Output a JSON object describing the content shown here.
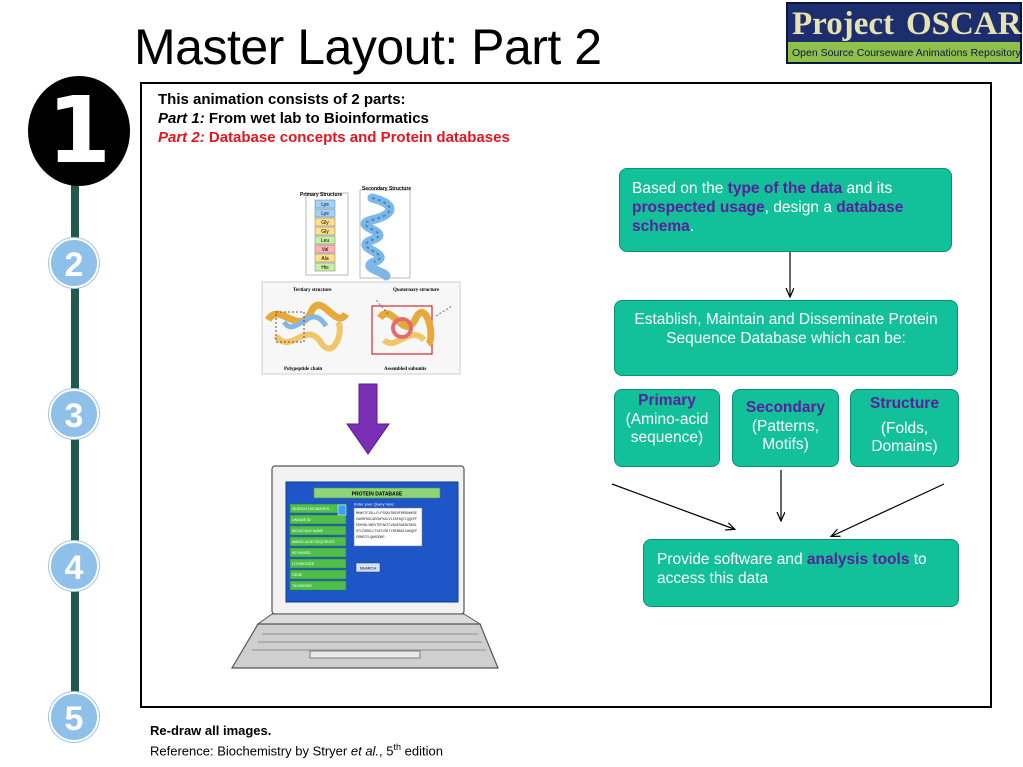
{
  "title": "Master Layout: Part 2",
  "logo": {
    "word1": "Project",
    "word2": "OSCAR",
    "subtitle": "Open Source Courseware Animations Repository"
  },
  "steps": [
    "1",
    "2",
    "3",
    "4",
    "5"
  ],
  "intro": {
    "line1": "This animation consists of 2 parts:",
    "part1_label": "Part 1:",
    "part1_text": " From wet lab to Bioinformatics",
    "part2_label": "Part 2:",
    "part2_text": " Database concepts and Protein  databases"
  },
  "box_schema": {
    "t1": "Based on the ",
    "h1": "type of the data",
    "t2": " and its ",
    "h2": "prospected usage",
    "t3": ", design a ",
    "h3": "database schema",
    "t4": "."
  },
  "box_establish": "Establish, Maintain and Disseminate Protein Sequence Database which can be:",
  "box_primary": {
    "title": "Primary",
    "text": "(Amino-acid sequence)"
  },
  "box_secondary": {
    "title": "Secondary",
    "text": "(Patterns, Motifs)"
  },
  "box_structure": {
    "title": "Structure",
    "text": "(Folds, Domains)"
  },
  "box_software": {
    "t1": "Provide software and ",
    "h1": "analysis tools",
    "t2": " to access this data"
  },
  "figure": {
    "primary_label": "Primary Structure",
    "secondary_label": "Secondary Structure",
    "residues": [
      "Lys",
      "Lys",
      "Gly",
      "Gly",
      "Leu",
      "Val",
      "Ala",
      "His"
    ],
    "tertiary_label": "Tertiary structure",
    "quaternary_label": "Quaternary structure",
    "polypeptide_label": "Polypeptide chain",
    "assembled_label": "Assembled subunits"
  },
  "laptop": {
    "header": "PROTEIN DATABASE",
    "query_label": "Enter your Query here:",
    "menu": [
      "SEARCH DATABASES",
      "UNIQUE ID",
      "MOLECULE NAME",
      "AMINO-ACID SEQUENCE",
      "KEYWORD",
      "LITERATURE",
      "GENE",
      "TAXONOMY"
    ],
    "query_lines": [
      "MKWVTFISLLFLFSSAYSRGVFRRDAHKSE",
      "VAHRFKDLGEENFKALVLIAFAQYLQQCPF",
      "EDHVKLVNEVTEFAKTCVADESAENCDKSL",
      "HTLFGDKLCTVATLRETYGEMADCCAKQEP",
      "ERNECFLQHKDDNP"
    ],
    "search_button": "SEARCH"
  },
  "footer": {
    "line1": "Re-draw all images.",
    "ref_prefix": "Reference: Biochemistry by Stryer ",
    "ref_etal": "et al.",
    "ref_mid": ", 5",
    "ref_sup": "th",
    "ref_suffix": " edition"
  },
  "colors": {
    "box_fill": "#12c09a",
    "highlight": "#5a1f9c",
    "part2_red": "#e8141c",
    "rail": "#1f5a4b",
    "step_blue": "#8fc0ea",
    "arrow_purple": "#7b2fb6"
  }
}
